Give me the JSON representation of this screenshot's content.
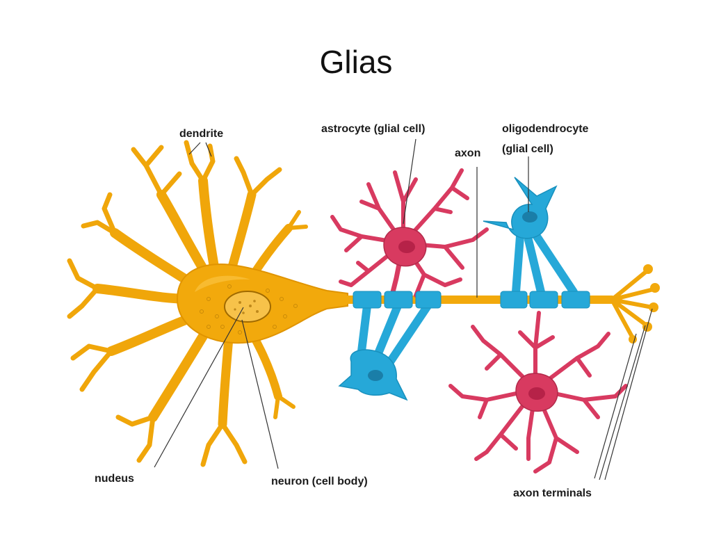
{
  "title": "Glias",
  "labels": {
    "dendrite": "dendrite",
    "astrocyte_1": "astrocyte (glial cell)",
    "axon": "axon",
    "oligodendrocyte_1": "oligodendrocyte",
    "oligodendrocyte_2": "(glial cell)",
    "nucleus": "nudeus",
    "neuron_cell_body": "neuron (cell body)",
    "axon_terminals": "axon terminals"
  },
  "colors": {
    "neuron": "#f2a90c",
    "neuron_light": "#fbc84a",
    "astrocyte": "#d83a60",
    "oligodendrocyte": "#26a8d8",
    "leader_lines": "#333333"
  }
}
